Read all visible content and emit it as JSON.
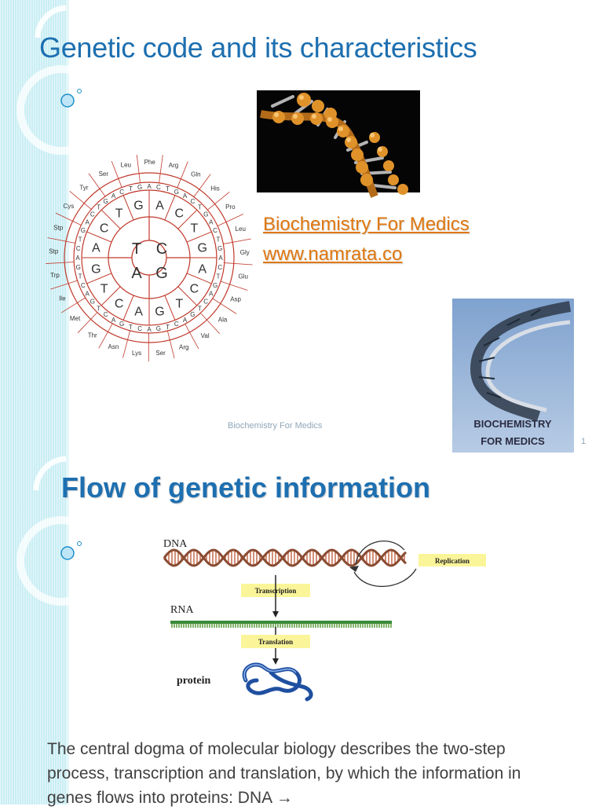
{
  "slide1": {
    "title": "Genetic code and its characteristics",
    "link_line1": "Biochemistry For Medics",
    "link_line2": "www.namrata.co",
    "footer": "Biochemistry For Medics",
    "page_number": "1",
    "logo_line1": "BIOCHEMISTRY",
    "logo_line2": "FOR MEDICS",
    "codon_wheel": {
      "inner_ring": [
        "T",
        "C",
        "A",
        "G"
      ],
      "middle_ring": [
        "A",
        "C",
        "T",
        "G",
        "A",
        "C",
        "T",
        "G",
        "A",
        "C",
        "T",
        "G",
        "A",
        "C",
        "T",
        "G"
      ],
      "amino_acids": [
        "Phe",
        "Arg",
        "Gln",
        "His",
        "Pro",
        "Leu",
        "Gly",
        "Glu",
        "Asp",
        "Ala",
        "Val",
        "Arg",
        "Ser",
        "Lys",
        "Asn",
        "Thr",
        "Met",
        "Ile",
        "Trp",
        "Stp",
        "Stp",
        "Cys",
        "Tyr",
        "Ser",
        "Leu"
      ]
    }
  },
  "slide2": {
    "title": "Flow of genetic information",
    "diagram": {
      "dna_label": "DNA",
      "rna_label": "RNA",
      "protein_label": "protein",
      "replication_label": "Replication",
      "transcription_label": "Transcription",
      "translation_label": "Translation"
    },
    "body": "The central dogma of molecular biology describes the two-step process, transcription and translation, by which the information in genes flows into proteins: DNA →"
  },
  "colors": {
    "title_blue": "#1d6fb0",
    "link_orange": "#e07810",
    "stripe_cyan": "#c9eef4",
    "wheel_red": "#c0392b",
    "label_yellow": "#fbf59a"
  }
}
